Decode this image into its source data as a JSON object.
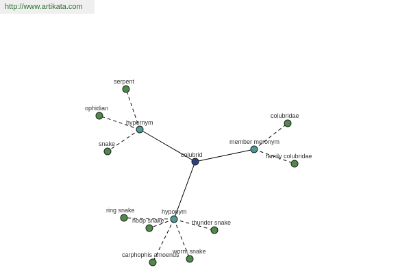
{
  "banner": {
    "url": "http://www.artikata.com"
  },
  "colors": {
    "root": "#2f3f86",
    "relation": "#4d9a96",
    "leaf": "#4e8a4a",
    "edge": "#000000",
    "banner_bg": "#efefef",
    "banner_text": "#2f6f2f"
  },
  "graph": {
    "root": {
      "id": "colubrid",
      "label": "colubrid"
    },
    "relations": [
      {
        "id": "hypernym",
        "label": "hypernym"
      },
      {
        "id": "member-meronym",
        "label": "member meronym"
      },
      {
        "id": "hyponym",
        "label": "hyponym"
      }
    ],
    "leaves": [
      {
        "id": "serpent",
        "label": "serpent",
        "parent": "hypernym"
      },
      {
        "id": "ophidian",
        "label": "ophidian",
        "parent": "hypernym"
      },
      {
        "id": "snake",
        "label": "snake",
        "parent": "hypernym"
      },
      {
        "id": "colubridae",
        "label": "colubridae",
        "parent": "member-meronym"
      },
      {
        "id": "family-colubridae",
        "label": "family colubridae",
        "parent": "member-meronym"
      },
      {
        "id": "ring-snake",
        "label": "ring snake",
        "parent": "hyponym"
      },
      {
        "id": "hoop-snake",
        "label": "hoop snake",
        "parent": "hyponym"
      },
      {
        "id": "thunder-snake",
        "label": "thunder snake",
        "parent": "hyponym"
      },
      {
        "id": "carphophis-amoenus",
        "label": "carphophis amoenus",
        "parent": "hyponym"
      },
      {
        "id": "worm-snake",
        "label": "worm snake",
        "parent": "hyponym"
      }
    ]
  }
}
